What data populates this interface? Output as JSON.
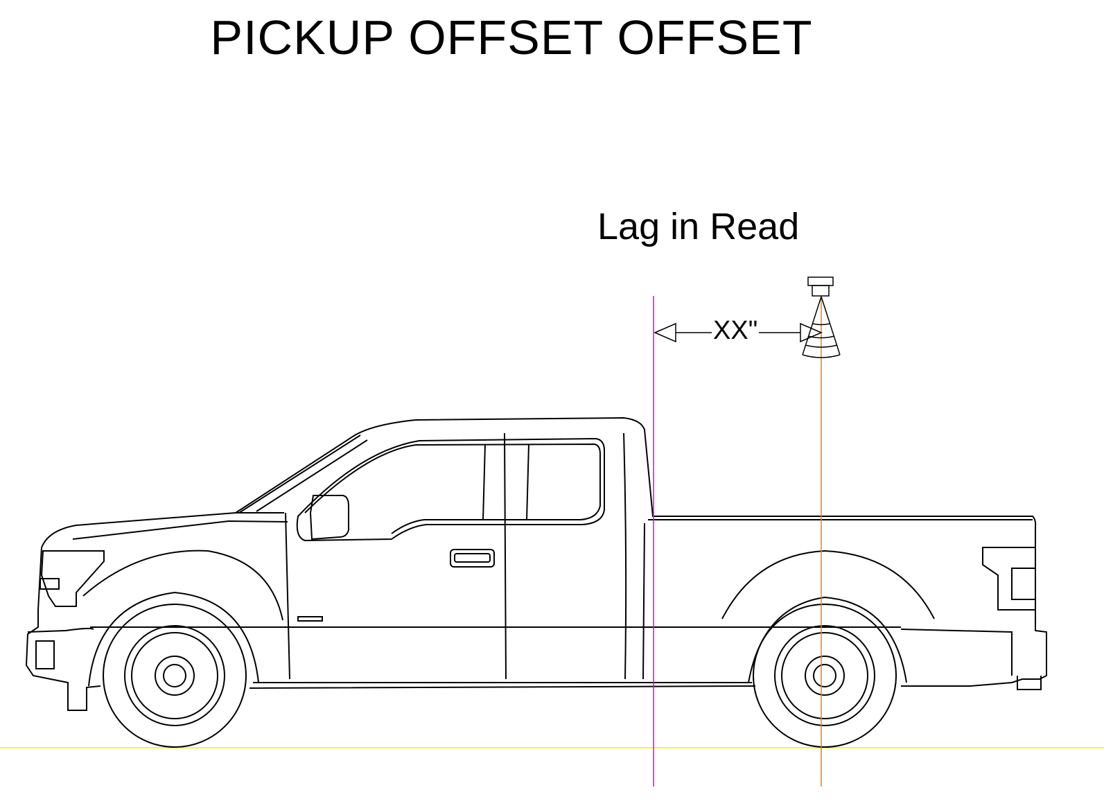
{
  "title": "PICKUP OFFSET OFFSET",
  "subtitle": "Lag in Read",
  "dimension_label": "XX\"",
  "colors": {
    "truck_line": "#000000",
    "truck_end_marker": "#e000e0",
    "sensor_axis": "#f08000",
    "ground": "#f0f000"
  }
}
